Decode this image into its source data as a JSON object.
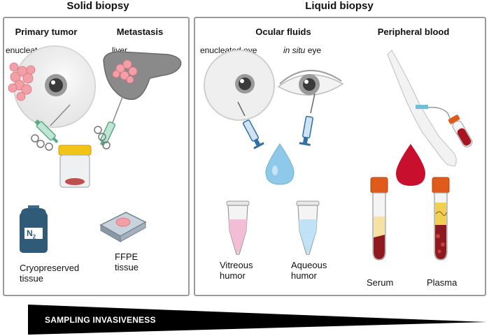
{
  "solid": {
    "title": "Solid biopsy",
    "primary": {
      "heading": "Primary tumor",
      "eye_label": "enucleated eye"
    },
    "metastasis": {
      "heading": "Metastasis",
      "organ_label": "liver"
    },
    "cryo_label_1": "Cryopreserved",
    "cryo_label_2": "tissue",
    "n2_label": "N",
    "n2_sub": "2",
    "ffpe_label_1": "FFPE",
    "ffpe_label_2": "tissue"
  },
  "liquid": {
    "title": "Liquid biopsy",
    "ocular": {
      "heading": "Ocular fluids",
      "enucleated_label": "enucleated eye",
      "insitu_italic": "in situ",
      "insitu_rest": " eye",
      "vitreous_1": "Vitreous",
      "vitreous_2": "humor",
      "aqueous_1": "Aqueous",
      "aqueous_2": "humor"
    },
    "blood": {
      "heading": "Peripheral blood",
      "serum_label": "Serum",
      "plasma_label": "Plasma"
    }
  },
  "invasiveness_label": "SAMPLING INVASIVENESS",
  "colors": {
    "panel_border": "#9a9a9a",
    "tumor": "#f2a0a8",
    "syringe_green": "#5aa88a",
    "syringe_blue": "#2e6fa8",
    "blood_red": "#c8102e",
    "drop_blue": "#8ec9ea",
    "tube_cap": "#e05a1c"
  },
  "icons": [
    "eye-icon",
    "liver-icon",
    "syringe-icon",
    "specimen-jar-icon",
    "nitrogen-tank-icon",
    "ffpe-block-icon",
    "drop-icon",
    "microtube-icon",
    "blood-tube-icon",
    "arm-icon"
  ]
}
